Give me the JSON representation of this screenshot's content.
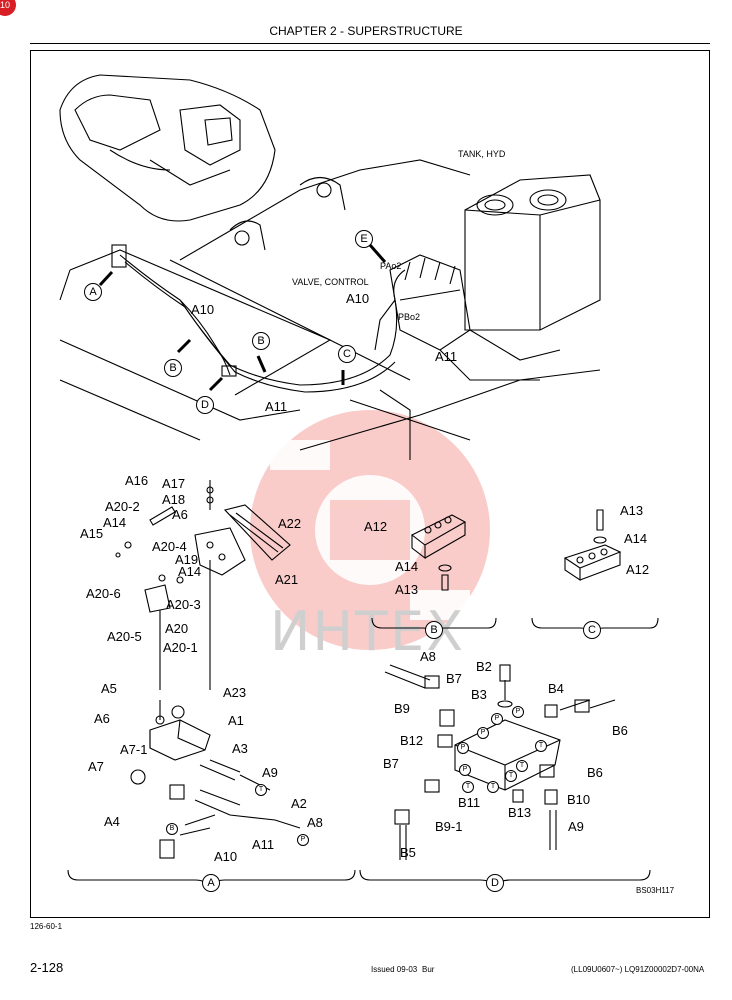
{
  "corner_badge": "10",
  "header": {
    "title": "CHAPTER 2 - SUPERSTRUCTURE"
  },
  "watermark": {
    "text": "ИНТЕХ",
    "color": "#e8473f"
  },
  "top_labels": {
    "tank": "TANK, HYD",
    "valve": "VALVE, CONTROL",
    "pa": "PAo2",
    "pb": "PBo2",
    "a10_top": "A10",
    "a10_right": "A10",
    "a11_bottom": "A11",
    "a11_right": "A11"
  },
  "views": {
    "A": "A",
    "B": "B",
    "C": "C",
    "D": "D",
    "E": "E"
  },
  "parts_a": [
    "A16",
    "A17",
    "A18",
    "A6",
    "A20-2",
    "A14",
    "A15",
    "A22",
    "A20-4",
    "A19",
    "A14",
    "A21",
    "A20-3",
    "A20-6",
    "A20",
    "A20-5",
    "A20-1",
    "A5",
    "A23",
    "A6",
    "A1",
    "A7-1",
    "A3",
    "A7",
    "A9",
    "A2",
    "A4",
    "A8",
    "A11",
    "A10"
  ],
  "parts_b": [
    "A12",
    "A14",
    "A13"
  ],
  "parts_c": [
    "A13",
    "A14",
    "A12"
  ],
  "parts_d": [
    "A8",
    "B2",
    "B7",
    "B3",
    "B4",
    "B9",
    "B6",
    "B12",
    "B7",
    "B6",
    "B11",
    "B10",
    "B13",
    "B9-1",
    "A9",
    "B5"
  ],
  "port_marks": {
    "t": "T",
    "p": "P",
    "b": "B"
  },
  "figure_code": "BS03H117",
  "ref_code": "126-60-1",
  "footer": {
    "page": "2-128",
    "issued": "Issued 09-03",
    "lang": "Bur",
    "serial": "(LL09U0607~)   LQ91Z00002D7-00NA"
  }
}
